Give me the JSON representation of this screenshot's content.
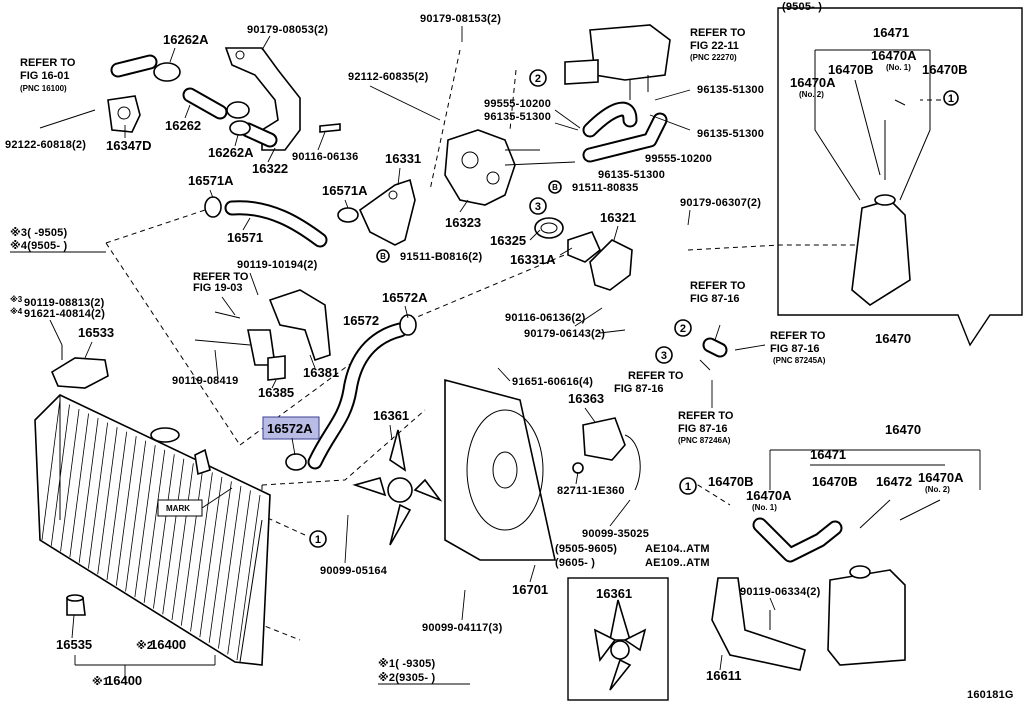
{
  "diagram_id": "160181G",
  "labels": [
    {
      "id": "l_16262A_top",
      "text": "16262A"
    },
    {
      "id": "l_90179_08053",
      "text": "90179-08053(2)"
    },
    {
      "id": "l_90179_08153",
      "text": "90179-08153(2)"
    },
    {
      "id": "l_16262",
      "text": "16262"
    },
    {
      "id": "l_16347D",
      "text": "16347D"
    },
    {
      "id": "l_16262A_mid",
      "text": "16262A"
    },
    {
      "id": "l_16322",
      "text": "16322"
    },
    {
      "id": "l_92122",
      "text": "92122-60818(2)"
    },
    {
      "id": "l_90116_06136_a",
      "text": "90116-06136"
    },
    {
      "id": "l_92112",
      "text": "92112-60835(2)"
    },
    {
      "id": "l_99555_a",
      "text": "99555-10200"
    },
    {
      "id": "l_96135_a",
      "text": "96135-51300"
    },
    {
      "id": "l_96135_r1",
      "text": "96135-51300"
    },
    {
      "id": "l_96135_r2",
      "text": "96135-51300"
    },
    {
      "id": "l_99555_b",
      "text": "99555-10200"
    },
    {
      "id": "l_96135_b",
      "text": "96135-51300"
    },
    {
      "id": "l_16331",
      "text": "16331"
    },
    {
      "id": "l_91511_80835",
      "text": "91511-80835"
    },
    {
      "id": "l_16571A_l",
      "text": "16571A"
    },
    {
      "id": "l_16571A_r",
      "text": "16571A"
    },
    {
      "id": "l_16571",
      "text": "16571"
    },
    {
      "id": "l_16323",
      "text": "16323"
    },
    {
      "id": "l_16321",
      "text": "16321"
    },
    {
      "id": "l_90179_06307",
      "text": "90179-06307(2)"
    },
    {
      "id": "l_16325",
      "text": "16325"
    },
    {
      "id": "l_16331A",
      "text": "16331A"
    },
    {
      "id": "l_91511_B0816",
      "text": "91511-B0816(2)"
    },
    {
      "id": "l_90119_10194",
      "text": "90119-10194(2)"
    },
    {
      "id": "l_90119_08813",
      "text": "90119-08813(2)"
    },
    {
      "id": "l_91621_40814",
      "text": "91621-40814(2)"
    },
    {
      "id": "l_16533",
      "text": "16533"
    },
    {
      "id": "l_16572A_top",
      "text": "16572A"
    },
    {
      "id": "l_16572",
      "text": "16572"
    },
    {
      "id": "l_90116_06136_b",
      "text": "90116-06136(2)"
    },
    {
      "id": "l_90179_06143",
      "text": "90179-06143(2)"
    },
    {
      "id": "l_16381",
      "text": "16381"
    },
    {
      "id": "l_90119_08419",
      "text": "90119-08419"
    },
    {
      "id": "l_16385",
      "text": "16385"
    },
    {
      "id": "l_91651_60616",
      "text": "91651-60616(4)"
    },
    {
      "id": "l_16361",
      "text": "16361"
    },
    {
      "id": "l_16363",
      "text": "16363"
    },
    {
      "id": "l_16572A_hl",
      "text": "16572A"
    },
    {
      "id": "l_82711",
      "text": "82711-1E360"
    },
    {
      "id": "l_90099_35025",
      "text": "90099-35025"
    },
    {
      "id": "l_90099_05164",
      "text": "90099-05164"
    },
    {
      "id": "l_16701",
      "text": "16701"
    },
    {
      "id": "l_90099_04117",
      "text": "90099-04117(3)"
    },
    {
      "id": "l_16361_inset",
      "text": "16361"
    },
    {
      "id": "l_16535",
      "text": "16535"
    },
    {
      "id": "l_16400_2",
      "text": "16400"
    },
    {
      "id": "l_16400_1",
      "text": "16400"
    },
    {
      "id": "l_16470",
      "text": "16470"
    },
    {
      "id": "l_16471",
      "text": "16471"
    },
    {
      "id": "l_16470B",
      "text": "16470B"
    },
    {
      "id": "l_16470A",
      "text": "16470A"
    },
    {
      "id": "l_16472",
      "text": "16472"
    },
    {
      "id": "l_16470A_r",
      "text": "16470A"
    },
    {
      "id": "l_90119_06334",
      "text": "90119-06334(2)"
    },
    {
      "id": "l_16611",
      "text": "16611"
    },
    {
      "id": "l_16470_inset",
      "text": "16470"
    },
    {
      "id": "l_16471_inset",
      "text": "16471"
    },
    {
      "id": "l_16470A_inset",
      "text": "16470A"
    },
    {
      "id": "l_16470B_inset",
      "text": "16470B"
    },
    {
      "id": "l_16470A_inset2",
      "text": "16470A"
    },
    {
      "id": "l_16470B_inset2",
      "text": "16470B"
    }
  ],
  "small_notes": {
    "no1": "(No. 1)",
    "no2": "(No. 2)",
    "inset_range": "(9505-        )"
  },
  "refs": {
    "ref_16_01": [
      "REFER TO",
      "FIG 16-01",
      "(PNC 16100)"
    ],
    "ref_22_11": [
      "REFER TO",
      "FIG 22-11",
      "(PNC 22270)"
    ],
    "ref_19_03": [
      "REFER TO",
      "FIG 19-03"
    ],
    "ref_87_16_a": [
      "REFER TO",
      "FIG 87-16"
    ],
    "ref_87_16_b": [
      "REFER TO",
      "FIG 87-16",
      "(PNC 87245A)"
    ],
    "ref_87_16_c": [
      "REFER TO",
      "FIG 87-16"
    ],
    "ref_87_16_d": [
      "REFER TO",
      "FIG 87-16",
      "(PNC 87246A)"
    ]
  },
  "notes": {
    "star3": "※3(    -9505)",
    "star4": "※4(9505-       )",
    "star3_short": "※3",
    "star4_short": "※4",
    "star1_bottom": "※1(    -9305)",
    "star2_bottom": "※2(9305-       )",
    "star2_prefix": "※2",
    "star1_prefix": "※1",
    "mark": "MARK",
    "model1_range": "(9505-9605)",
    "model1_desc": "AE104..ATM",
    "model2_range": "(9605-        )",
    "model2_desc": "AE109..ATM"
  },
  "callouts": {
    "c1": "1",
    "c2": "2",
    "c3": "3",
    "cB": "B"
  }
}
